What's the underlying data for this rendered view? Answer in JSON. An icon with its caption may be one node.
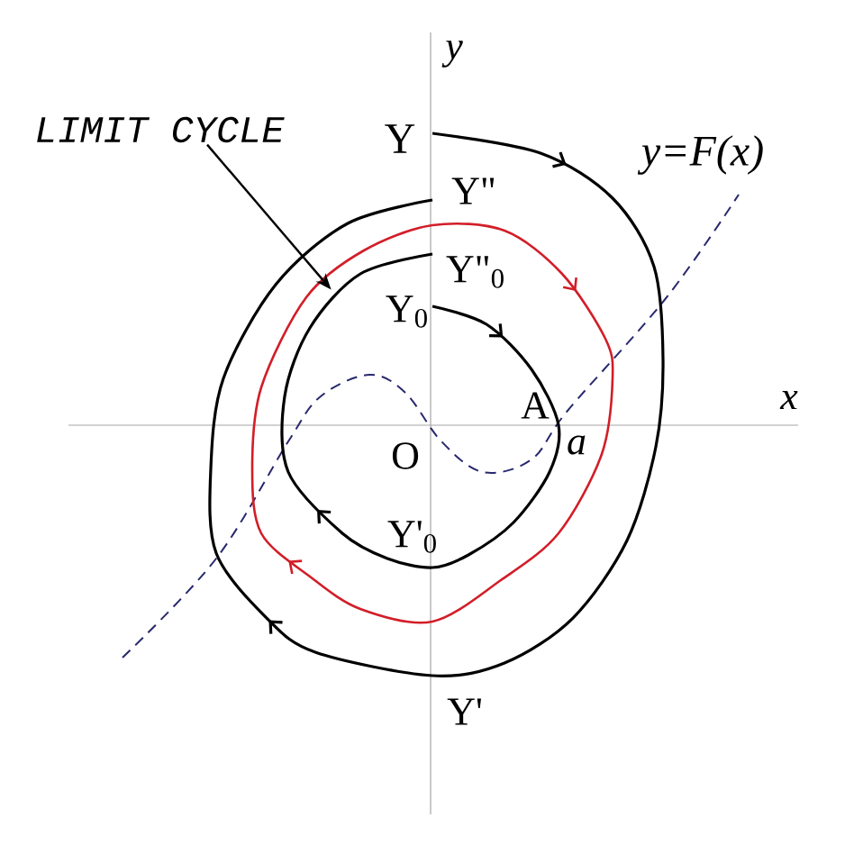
{
  "diagram": {
    "nodes": [
      {
        "text": [
          "LIMIT CYCLE"
        ]
      },
      {
        "text": [],
        "shape": "curve"
      }
    ],
    "edges": [
      {
        "from": 0,
        "to": 1,
        "arrow": "to"
      }
    ],
    "labels": [
      "y",
      "Y",
      "y=F(x)",
      "Y\"",
      "Y\"$_{0}$",
      "Y$_{0}$",
      "A",
      "x",
      "O",
      "a",
      "Y'$_{0}$",
      "Y'"
    ]
  }
}
